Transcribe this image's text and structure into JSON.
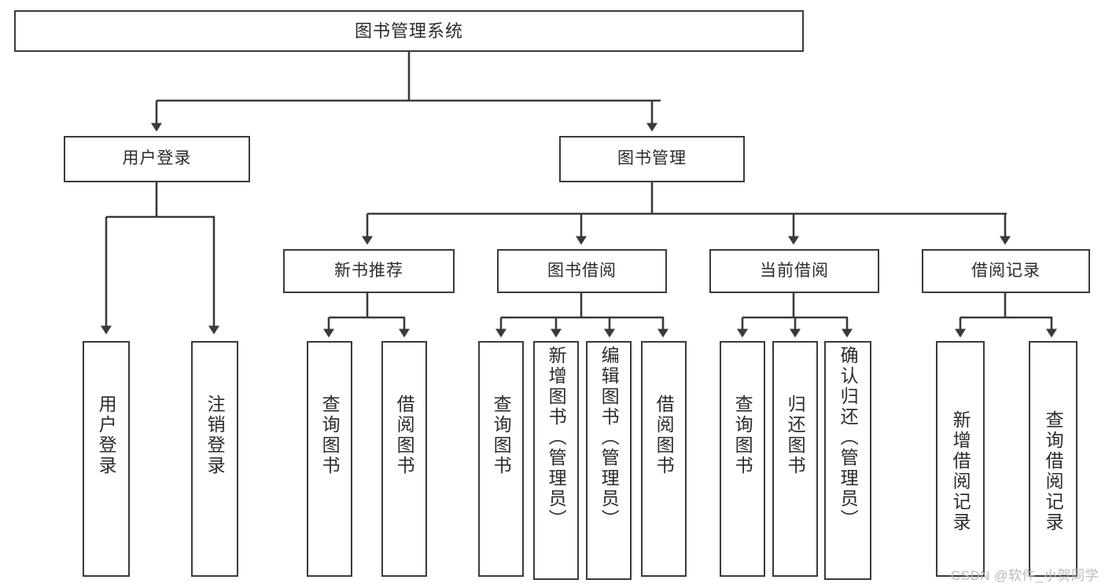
{
  "diagram": {
    "title": "图书管理系统",
    "type": "tree-hierarchy",
    "watermark": "CSDN @软件_小贺同学",
    "colors": {
      "stroke": "#3a3a3a",
      "text": "#2b2b2b",
      "background": "#ffffff",
      "watermark": "#b9b9b9"
    },
    "nodes": {
      "root": {
        "label": "图书管理系统"
      },
      "level2": [
        {
          "id": "user-login",
          "label": "用户登录"
        },
        {
          "id": "book-management",
          "label": "图书管理"
        }
      ],
      "level3": [
        {
          "id": "new-book-recommend",
          "label": "新书推荐"
        },
        {
          "id": "book-borrow",
          "label": "图书借阅"
        },
        {
          "id": "current-borrow",
          "label": "当前借阅"
        },
        {
          "id": "borrow-record",
          "label": "借阅记录"
        }
      ],
      "leaves": {
        "user_login": [
          {
            "id": "leaf-user-login",
            "label": "用户登录"
          },
          {
            "id": "leaf-logout-login",
            "label": "注销登录"
          }
        ],
        "new_book_recommend": [
          {
            "id": "leaf-query-book-1",
            "label": "查询图书"
          },
          {
            "id": "leaf-borrow-book-1",
            "label": "借阅图书"
          }
        ],
        "book_borrow": [
          {
            "id": "leaf-query-book-2",
            "label": "查询图书"
          },
          {
            "id": "leaf-add-book-admin",
            "label": "新增图书（管理员）"
          },
          {
            "id": "leaf-edit-book-admin",
            "label": "编辑图书（管理员）"
          },
          {
            "id": "leaf-borrow-book-2",
            "label": "借阅图书"
          }
        ],
        "current_borrow": [
          {
            "id": "leaf-query-book-3",
            "label": "查询图书"
          },
          {
            "id": "leaf-return-book",
            "label": "归还图书"
          },
          {
            "id": "leaf-confirm-return-admin",
            "label": "确认归还（管理员）"
          }
        ],
        "borrow_record": [
          {
            "id": "leaf-add-borrow-record",
            "label": "新增借阅记录"
          },
          {
            "id": "leaf-query-borrow-record",
            "label": "查询借阅记录"
          }
        ]
      }
    }
  }
}
